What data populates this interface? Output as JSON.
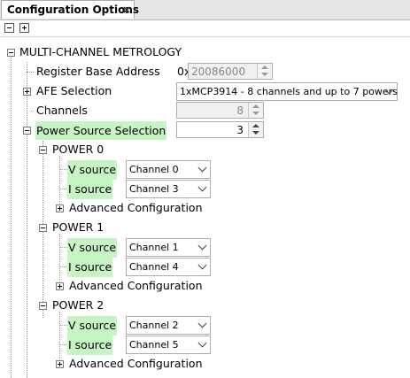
{
  "tab": {
    "title": "Configuration Options",
    "close_glyph": "×"
  },
  "toolbar": {
    "collapse_icon": "minus-icon",
    "expand_icon": "plus-icon"
  },
  "tree": {
    "root": "MULTI-CHANNEL METROLOGY",
    "register_base_address": {
      "label": "Register Base Address",
      "prefix": "0x",
      "value": "20086000"
    },
    "afe_selection": {
      "label": "AFE Selection",
      "value": "1xMCP3914 - 8 channels and up to 7 powers"
    },
    "channels": {
      "label": "Channels",
      "value": "8"
    },
    "power_source_selection": {
      "label": "Power Source Selection",
      "value": "3"
    },
    "powers": [
      {
        "label": "POWER 0",
        "v_label": "V source",
        "v_value": "Channel 0",
        "i_label": "I source",
        "i_value": "Channel 3",
        "advanced": "Advanced Configuration"
      },
      {
        "label": "POWER 1",
        "v_label": "V source",
        "v_value": "Channel 1",
        "i_label": "I source",
        "i_value": "Channel 4",
        "advanced": "Advanced Configuration"
      },
      {
        "label": "POWER 2",
        "v_label": "V source",
        "v_value": "Channel 2",
        "i_label": "I source",
        "i_value": "Channel 5",
        "advanced": "Advanced Configuration"
      }
    ]
  },
  "colors": {
    "highlight": "#c6f5c3",
    "tab_bar": "#e6e6e6"
  }
}
